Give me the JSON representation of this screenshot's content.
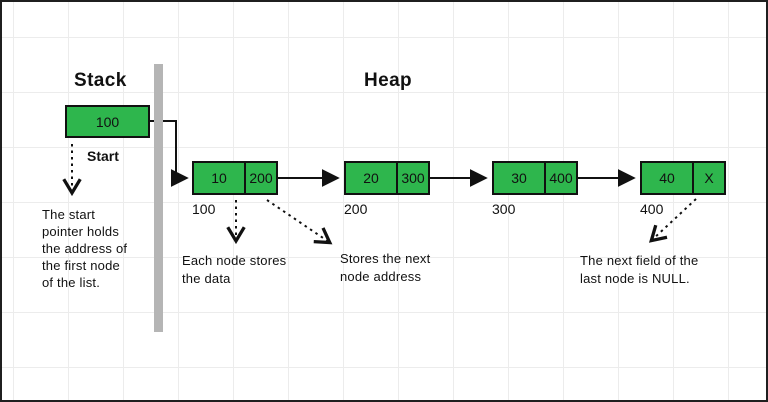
{
  "colors": {
    "node_fill": "#2eb64d",
    "node_border": "#111111",
    "divider": "#b5b5b5",
    "text": "#111111"
  },
  "stack": {
    "heading": "Stack",
    "pointer_value": "100",
    "start_label": "Start",
    "description": "The start pointer holds the address of the first node of the list."
  },
  "heap": {
    "heading": "Heap",
    "nodes": [
      {
        "data": "10",
        "next": "200",
        "address": "100"
      },
      {
        "data": "20",
        "next": "300",
        "address": "200"
      },
      {
        "data": "30",
        "next": "400",
        "address": "300"
      },
      {
        "data": "40",
        "next": "X",
        "address": "400"
      }
    ]
  },
  "annotations": {
    "node_data": "Each node stores the data",
    "next_address": "Stores the next node address",
    "null_note": "The next field of the last node is NULL."
  }
}
